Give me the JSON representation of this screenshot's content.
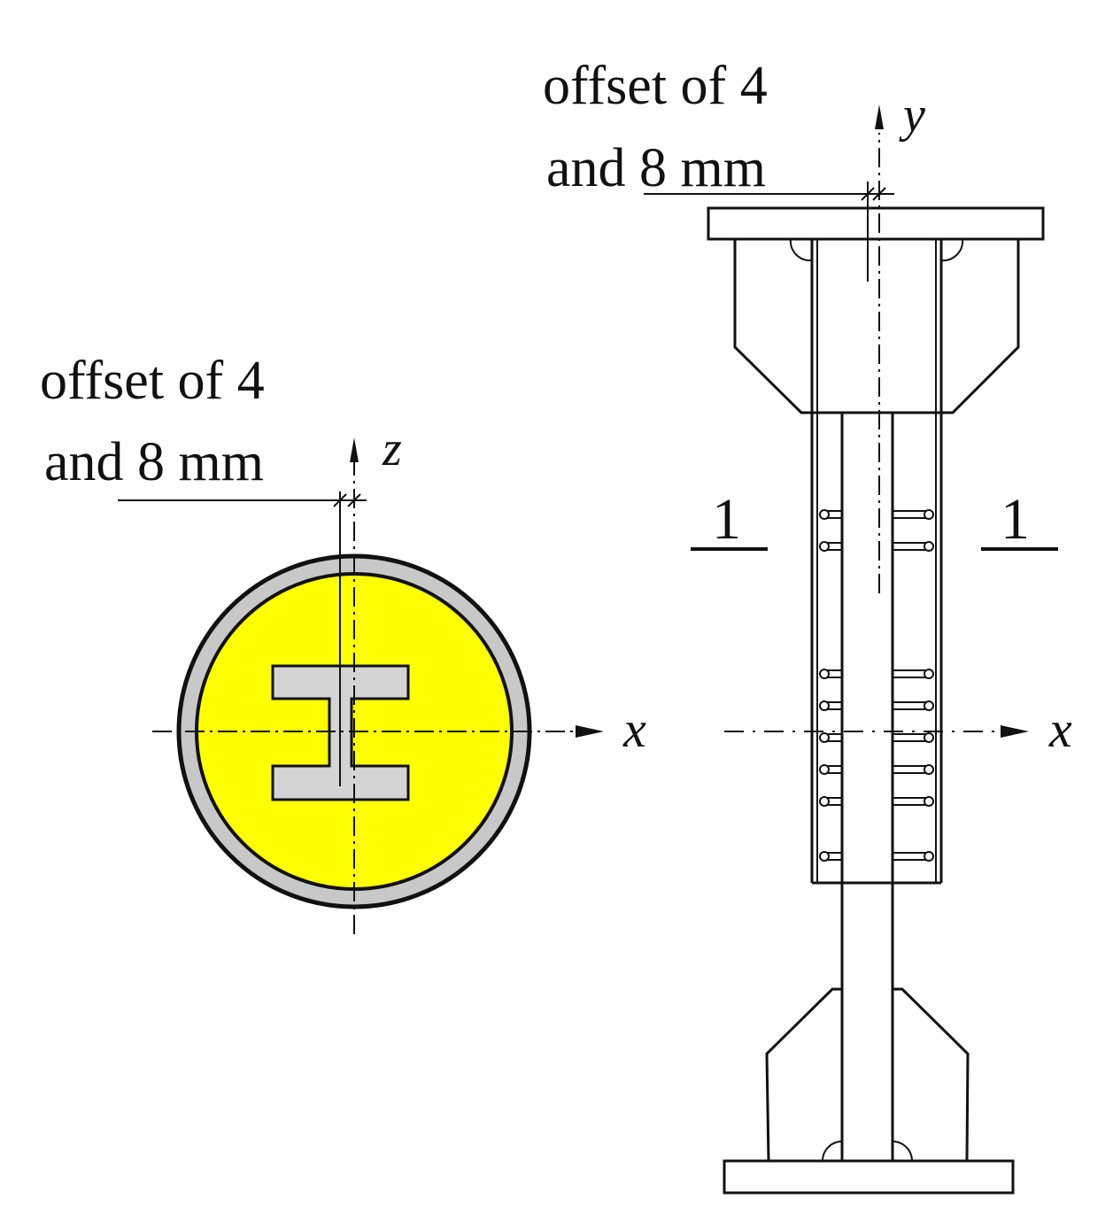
{
  "left_view": {
    "offset_label_line1": "offset of 4",
    "offset_label_line2": "and 8 mm",
    "axis_vertical": "z",
    "axis_horizontal": "x"
  },
  "right_view": {
    "offset_label_line1": "offset of 4",
    "offset_label_line2": "and 8 mm",
    "axis_vertical": "y",
    "axis_horizontal": "x",
    "section_mark_left": "1",
    "section_mark_right": "1"
  },
  "colors": {
    "concrete_fill": "#ffff00",
    "steel_fill": "#c8c8c8",
    "line": "#111111",
    "background": "#ffffff"
  }
}
